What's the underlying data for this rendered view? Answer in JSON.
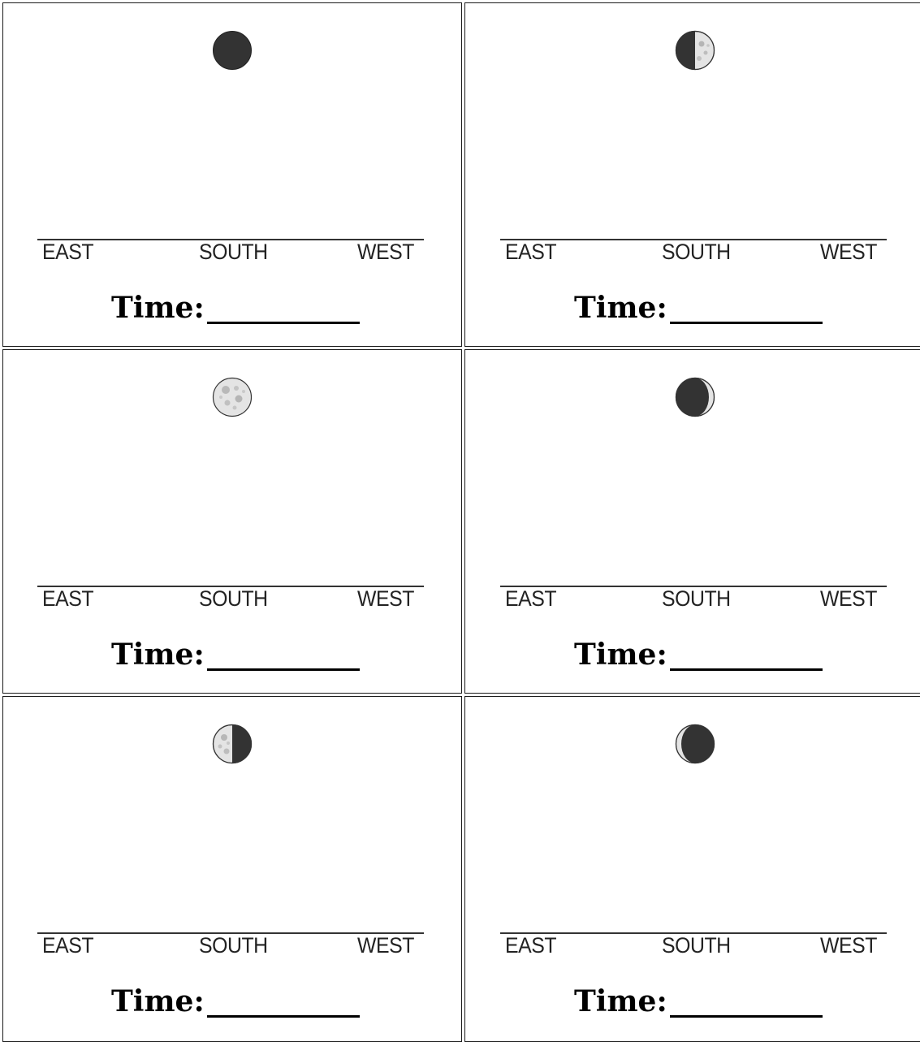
{
  "cards": [
    {
      "phase": "new-moon",
      "labels": {
        "east": "EAST",
        "south": "SOUTH",
        "west": "WEST"
      },
      "time_label": "Time:"
    },
    {
      "phase": "first-quarter-moon",
      "labels": {
        "east": "EAST",
        "south": "SOUTH",
        "west": "WEST"
      },
      "time_label": "Time:"
    },
    {
      "phase": "full-moon",
      "labels": {
        "east": "EAST",
        "south": "SOUTH",
        "west": "WEST"
      },
      "time_label": "Time:"
    },
    {
      "phase": "waxing-crescent-moon",
      "labels": {
        "east": "EAST",
        "south": "SOUTH",
        "west": "WEST"
      },
      "time_label": "Time:"
    },
    {
      "phase": "third-quarter-moon",
      "labels": {
        "east": "EAST",
        "south": "SOUTH",
        "west": "WEST"
      },
      "time_label": "Time:"
    },
    {
      "phase": "waning-crescent-moon",
      "labels": {
        "east": "EAST",
        "south": "SOUTH",
        "west": "WEST"
      },
      "time_label": "Time:"
    }
  ],
  "colors": {
    "moon_dark": "#333333",
    "moon_lit": "#e4e4e4",
    "moon_crater": "#b5b5b5",
    "line": "#333333"
  }
}
